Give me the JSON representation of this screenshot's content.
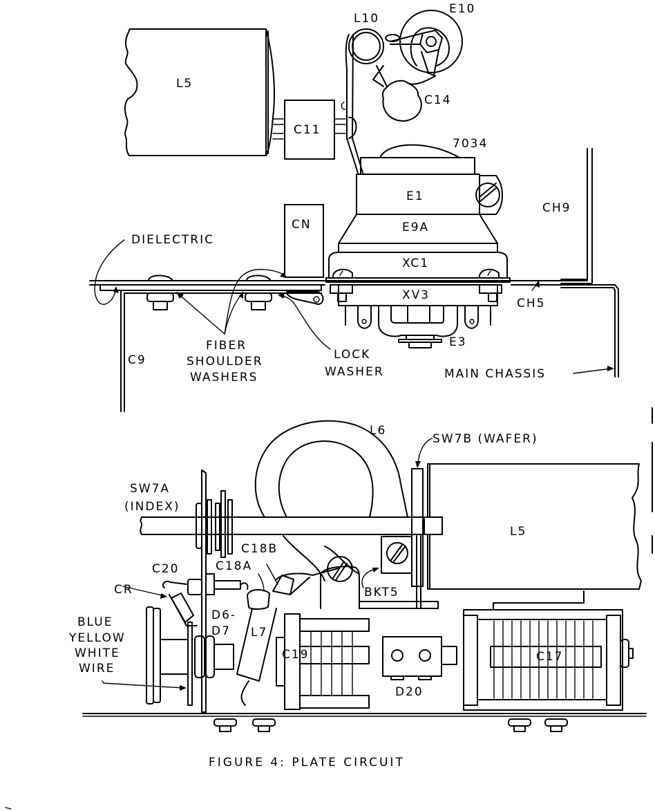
{
  "figure": {
    "caption": "FIGURE 4: PLATE CIRCUIT",
    "line_color": "#000000",
    "background": "#ffffff"
  },
  "upper_view": {
    "labels": {
      "l5": "L5",
      "c11": "C11",
      "l10": "L10",
      "e10": "E10",
      "c14": "C14",
      "tube": "7034",
      "e1": "E1",
      "e9a": "E9A",
      "xc1": "XC1",
      "xv3": "XV3",
      "e3": "E3",
      "cn": "CN",
      "ch9": "CH9",
      "ch5": "CH5",
      "c9": "C9",
      "dielectric": "DIELECTRIC",
      "fiber_line1": "FIBER",
      "fiber_line2": "SHOULDER",
      "fiber_line3": "WASHERS",
      "lock_line1": "LOCK",
      "lock_line2": "WASHER",
      "main_chassis": "MAIN CHASSIS"
    }
  },
  "lower_view": {
    "labels": {
      "l6": "L6",
      "sw7b": "SW7B (WAFER)",
      "sw7a_line1": "SW7A",
      "sw7a_line2": "(INDEX)",
      "l5": "L5",
      "c18b": "C18B",
      "c18a": "C18A",
      "c20": "C20",
      "cr": "CR",
      "bkt5": "BKT5",
      "d6_line1": "D6-",
      "d6_line2": "D7",
      "l7": "L7",
      "c19": "C19",
      "d20": "D20",
      "c17": "C17",
      "wire_line1": "BLUE",
      "wire_line2": "YELLOW",
      "wire_line3": "WHITE",
      "wire_line4": "WIRE"
    }
  }
}
